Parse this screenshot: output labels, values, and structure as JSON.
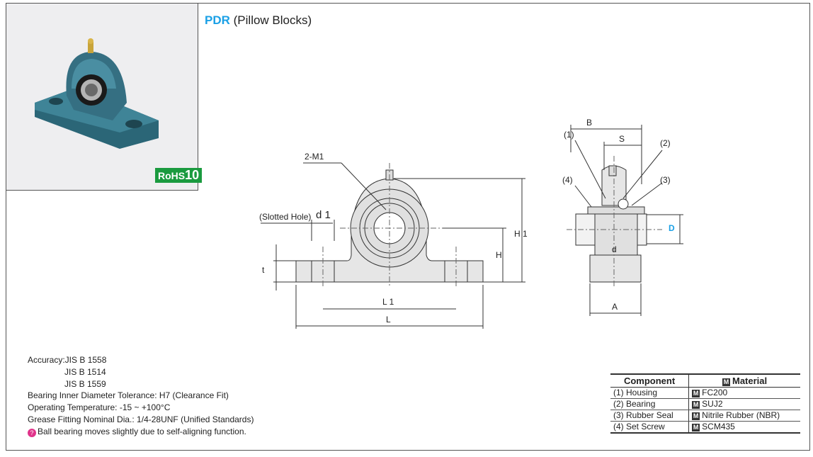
{
  "title": {
    "code": "PDR",
    "name": "(Pillow Blocks)"
  },
  "rohs": {
    "prefix": "RoHS",
    "number": "10"
  },
  "drawing_labels": {
    "m1": "2-M1",
    "slotted": "(Slotted Hole)",
    "d1": "d 1",
    "t": "t",
    "h": "H",
    "h1": "H 1",
    "l1": "L 1",
    "l": "L",
    "b": "B",
    "s": "S",
    "c1": "(1)",
    "c2": "(2)",
    "c3": "(3)",
    "c4": "(4)",
    "d_big": "D",
    "d_small": "d",
    "a": "A"
  },
  "notes": {
    "accuracy_1": "Accuracy:JIS   B   1558",
    "accuracy_2": "JIS   B   1514",
    "accuracy_3": "JIS   B   1559",
    "tolerance": "Bearing Inner Diameter Tolerance: H7 (Clearance Fit)",
    "temperature": "Operating Temperature: -15 ~ +100°C",
    "grease": "Grease Fitting Nominal Dia.: 1/4-28UNF (Unified Standards)",
    "tip": "Ball bearing moves slightly due to self-aligning function."
  },
  "material_table": {
    "header_component": "Component",
    "header_material": "Material",
    "badge": "M",
    "rows": [
      {
        "component": "(1) Housing",
        "material": "FC200"
      },
      {
        "component": "(2) Bearing",
        "material": "SUJ2"
      },
      {
        "component": "(3) Rubber Seal",
        "material": "Nitrile Rubber (NBR)"
      },
      {
        "component": "(4) Set Screw",
        "material": "SCM435"
      }
    ]
  },
  "colors": {
    "accent": "#1aa0e6",
    "housing": "#2f6f80",
    "rohs": "#1a9a3f"
  }
}
